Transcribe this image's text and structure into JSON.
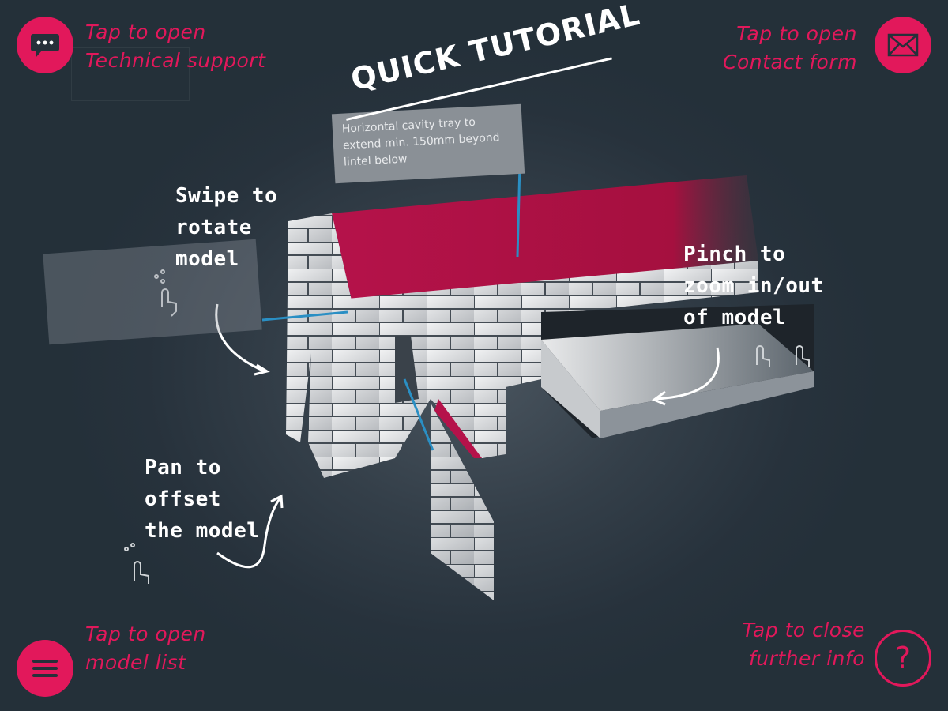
{
  "title": "QUICK TUTORIAL",
  "colors": {
    "accent": "#e2185b",
    "background": "#27323c"
  },
  "top_left": {
    "icon": "chat-bubble-icon",
    "hint_line1": "Tap to open",
    "hint_line2": "Technical support"
  },
  "top_right": {
    "icon": "envelope-icon",
    "hint_line1": "Tap to open",
    "hint_line2": "Contact form"
  },
  "bottom_left": {
    "icon": "hamburger-menu-icon",
    "hint_line1": "Tap to open",
    "hint_line2": "model list"
  },
  "bottom_right": {
    "icon": "question-mark-icon",
    "glyph": "?",
    "hint_line1": "Tap to close",
    "hint_line2": "further info"
  },
  "gestures": {
    "swipe": [
      "Swipe to",
      "rotate",
      "model"
    ],
    "pinch": [
      "Pinch to",
      "zoom in/out",
      "of model"
    ],
    "pan": [
      "Pan to",
      "offset",
      "the model"
    ]
  },
  "callout_text": "Horizontal cavity tray to extend min. 150mm beyond lintel below"
}
